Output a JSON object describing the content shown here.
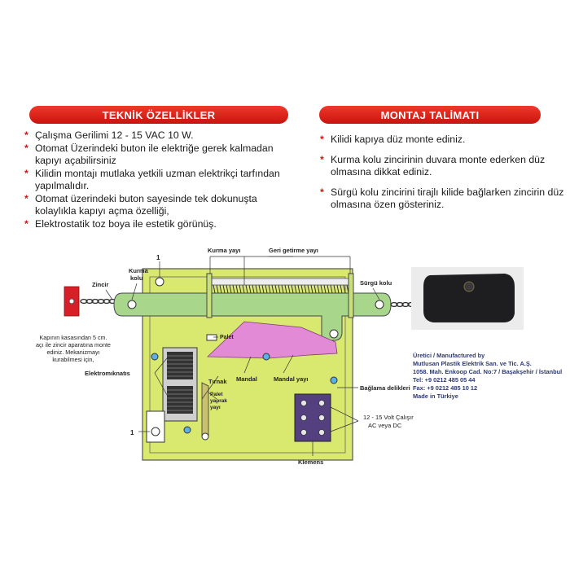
{
  "specs": {
    "title": "TEKNİK ÖZELLİKLER",
    "items": [
      "Çalışma Gerilimi 12 - 15 VAC 10 W.",
      "Otomat Üzerindeki buton ile elektriğe gerek kalmadan kapıyı açabilirsiniz",
      "Kilidin montajı mutlaka yetkili uzman elektrikçi tarfından yapılmalıdır.",
      "Otomat üzerindeki buton sayesinde tek dokunuşta kolaylıkla kapıyı açma özelliği,",
      "Elektrostatik toz boya ile estetik görünüş."
    ]
  },
  "mounting": {
    "title": "MONTAJ TALİMATI",
    "items": [
      "Kilidi kapıya düz monte ediniz.",
      "Kurma kolu zincirinin duvara monte ederken düz olmasına dikkat ediniz.",
      "Sürgü kolu zincirini tirajlı kilide bağlarken zincirin düz olmasına özen gösteriniz."
    ]
  },
  "diagram": {
    "labels": {
      "kurma_yayi": "Kurma yayı",
      "geri_getirme_yayi": "Geri getirme yayı",
      "kurma_kolu_1": "Kurma",
      "kurma_kolu_2": "kolu",
      "one_top": "1",
      "zincir": "Zincir",
      "surgu_kolu": "Sürgü kolu",
      "palet": "Palet",
      "elektromiknatis": "Elektromıknatıs",
      "tirnak": "Tırnak",
      "mandal": "Mandal",
      "mandal_yayi": "Mandal yayı",
      "palet_yaprak_1": "Palet",
      "palet_yaprak_2": "yaprak",
      "palet_yaprak_3": "yayı",
      "baglama_delikleri": "Bağlama delikleri",
      "one_bottom": "1",
      "klemens": "Klemens",
      "volt_1": "12 - 15  Volt Çalışır",
      "volt_2": "AC veya DC"
    },
    "caption": "Kapının kasasından 5 cm. açı ile zincir aparatına monte ediniz. Mekanizmayı kurabilmesi  için,"
  },
  "manufacturer": {
    "lines": [
      "Üretici / Manufactured by",
      "Mutlusan Plastik Elektrik San. ve Tic. A.Ş.",
      "1058. Mah. Enkoop Cad. No:7 / Başakşehir / İstanbul",
      "Tel: +9 0212 485 05 44",
      "Fax: +9 0212 485 10 12",
      "Made in Türkiye"
    ]
  },
  "colors": {
    "banner": "#e3231b",
    "bullet": "#d4141a",
    "housing": "#d9e86e",
    "lever": "#a8d68a",
    "latch": "#e38ad6",
    "terminal": "#54407e"
  }
}
